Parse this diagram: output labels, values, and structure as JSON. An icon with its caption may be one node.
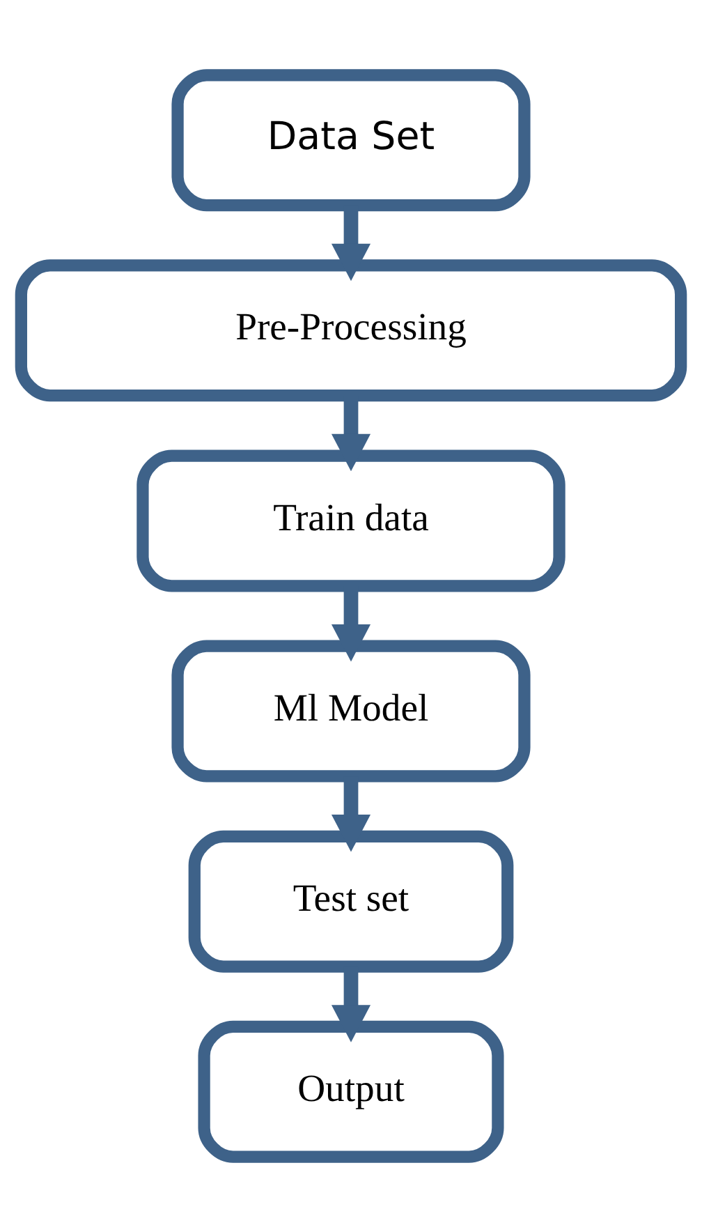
{
  "diagram": {
    "nodes": [
      {
        "text": [
          "Data Set"
        ]
      },
      {
        "text": [
          "Pre-Processing"
        ]
      },
      {
        "text": [
          "Train data"
        ]
      },
      {
        "text": [
          "Ml Model"
        ]
      },
      {
        "text": [
          "Test set"
        ]
      },
      {
        "text": [
          "Output"
        ]
      }
    ],
    "edges": [
      {
        "from": 0,
        "to": 1,
        "arrow": "to"
      },
      {
        "from": 1,
        "to": 2,
        "arrow": "to"
      },
      {
        "from": 2,
        "to": 3,
        "arrow": "to"
      },
      {
        "from": 3,
        "to": 4,
        "arrow": "to"
      },
      {
        "from": 4,
        "to": 5,
        "arrow": "to"
      }
    ]
  }
}
